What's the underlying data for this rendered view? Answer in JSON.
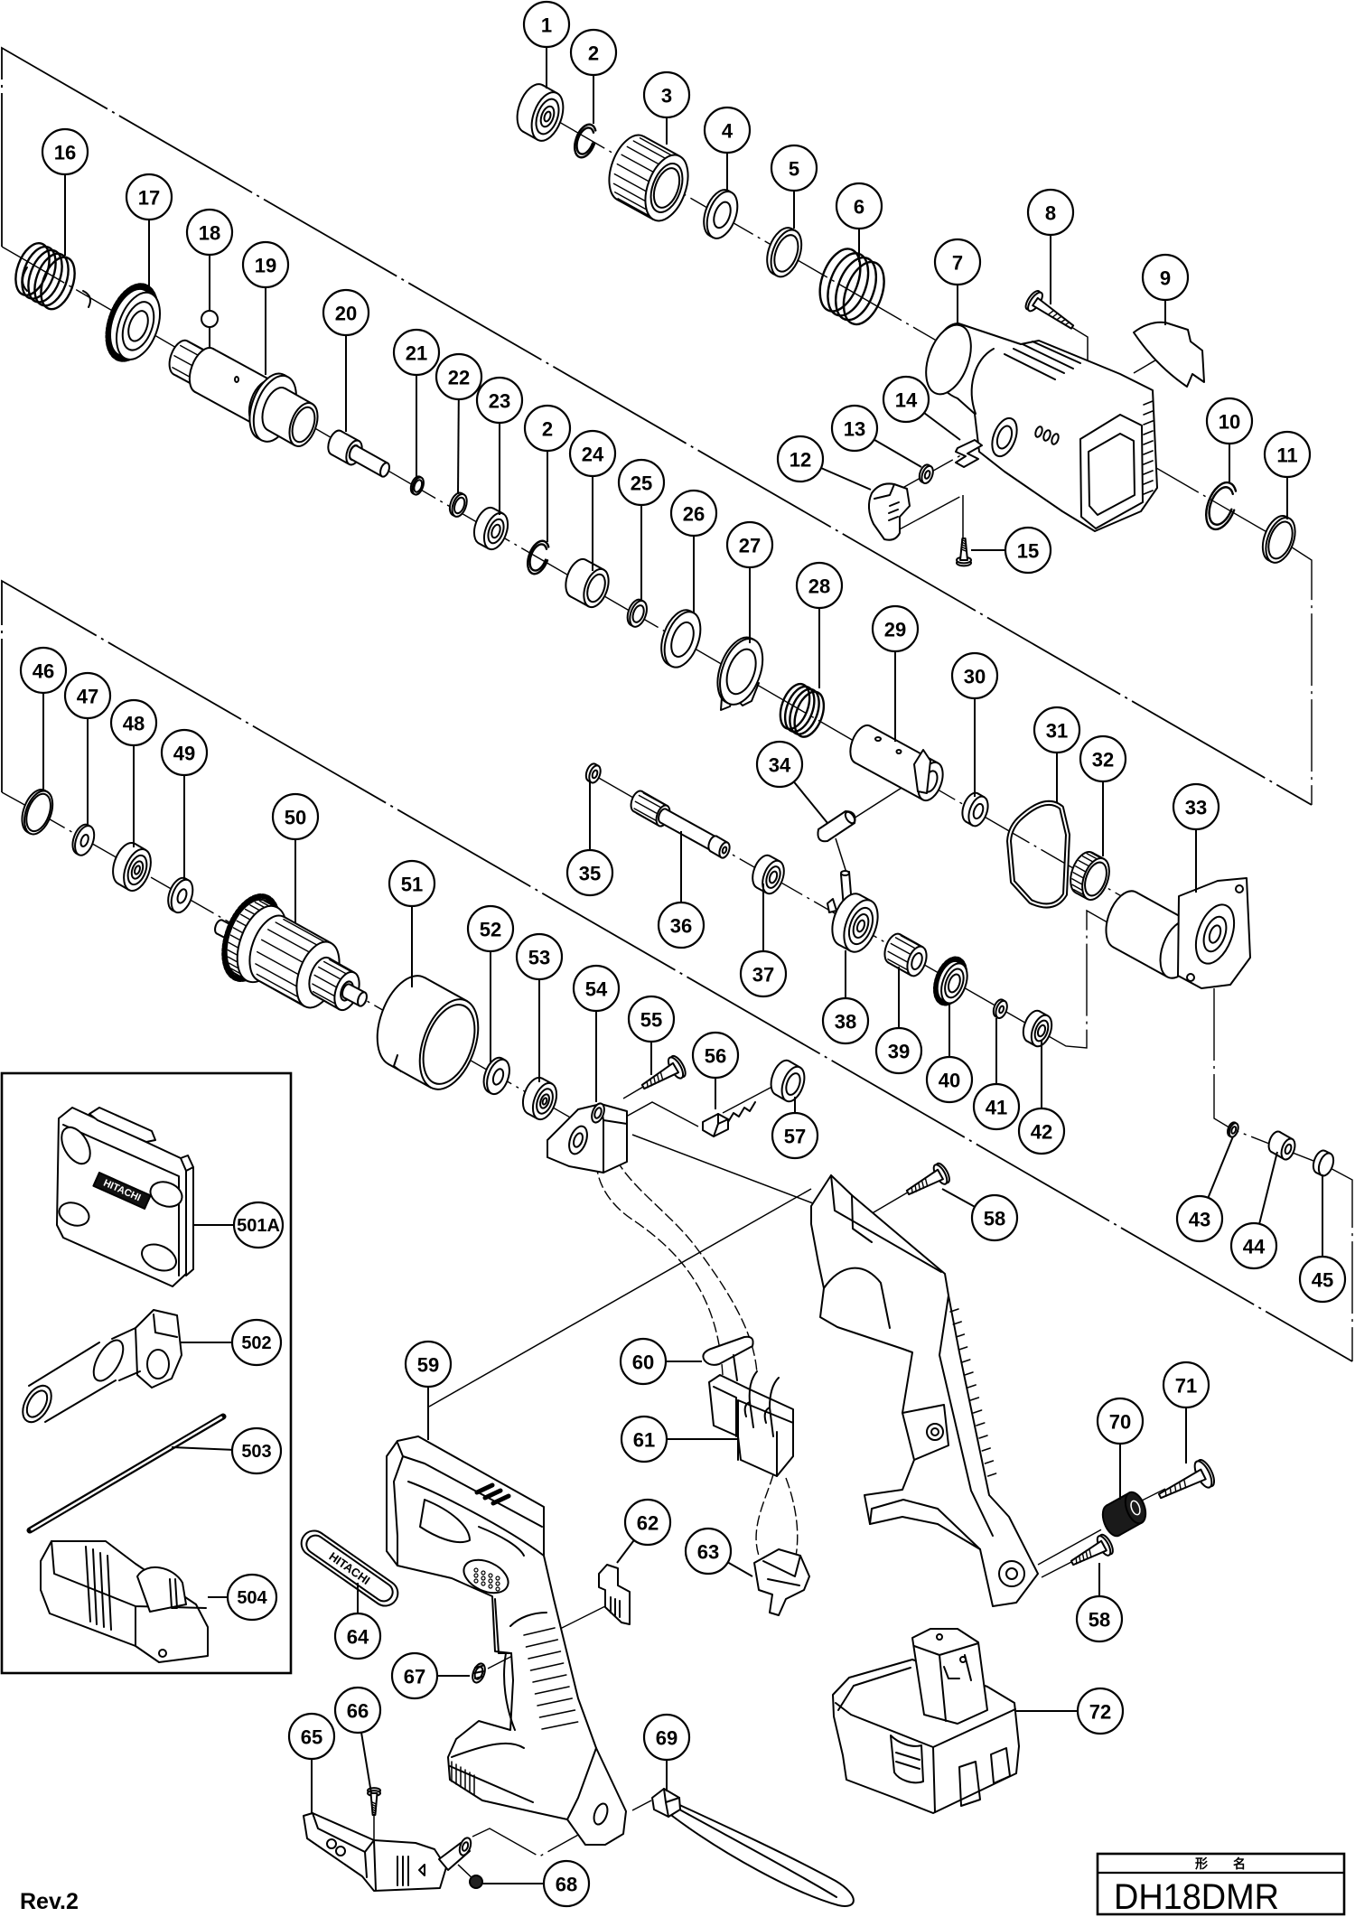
{
  "revision": "Rev.2",
  "title_block": {
    "header": "形　　名",
    "model": "DH18DMR"
  },
  "branding": {
    "carrying_case_label": "HITACHI",
    "name_plate_label": "HITACHI"
  },
  "callouts": [
    {
      "key": "1",
      "label": "1"
    },
    {
      "key": "2a",
      "label": "2"
    },
    {
      "key": "3",
      "label": "3"
    },
    {
      "key": "4",
      "label": "4"
    },
    {
      "key": "5",
      "label": "5"
    },
    {
      "key": "6",
      "label": "6"
    },
    {
      "key": "7",
      "label": "7"
    },
    {
      "key": "8",
      "label": "8"
    },
    {
      "key": "9",
      "label": "9"
    },
    {
      "key": "10",
      "label": "10"
    },
    {
      "key": "11",
      "label": "11"
    },
    {
      "key": "12",
      "label": "12"
    },
    {
      "key": "13",
      "label": "13"
    },
    {
      "key": "14",
      "label": "14"
    },
    {
      "key": "15",
      "label": "15"
    },
    {
      "key": "16",
      "label": "16"
    },
    {
      "key": "17",
      "label": "17"
    },
    {
      "key": "18",
      "label": "18"
    },
    {
      "key": "19",
      "label": "19"
    },
    {
      "key": "20",
      "label": "20"
    },
    {
      "key": "21",
      "label": "21"
    },
    {
      "key": "22",
      "label": "22"
    },
    {
      "key": "23",
      "label": "23"
    },
    {
      "key": "2b",
      "label": "2"
    },
    {
      "key": "24",
      "label": "24"
    },
    {
      "key": "25",
      "label": "25"
    },
    {
      "key": "26",
      "label": "26"
    },
    {
      "key": "27",
      "label": "27"
    },
    {
      "key": "28",
      "label": "28"
    },
    {
      "key": "29",
      "label": "29"
    },
    {
      "key": "30",
      "label": "30"
    },
    {
      "key": "31",
      "label": "31"
    },
    {
      "key": "32",
      "label": "32"
    },
    {
      "key": "33",
      "label": "33"
    },
    {
      "key": "34",
      "label": "34"
    },
    {
      "key": "35",
      "label": "35"
    },
    {
      "key": "36",
      "label": "36"
    },
    {
      "key": "37",
      "label": "37"
    },
    {
      "key": "38",
      "label": "38"
    },
    {
      "key": "39",
      "label": "39"
    },
    {
      "key": "40",
      "label": "40"
    },
    {
      "key": "41",
      "label": "41"
    },
    {
      "key": "42",
      "label": "42"
    },
    {
      "key": "43",
      "label": "43"
    },
    {
      "key": "44",
      "label": "44"
    },
    {
      "key": "45",
      "label": "45"
    },
    {
      "key": "46",
      "label": "46"
    },
    {
      "key": "47",
      "label": "47"
    },
    {
      "key": "48",
      "label": "48"
    },
    {
      "key": "49",
      "label": "49"
    },
    {
      "key": "50",
      "label": "50"
    },
    {
      "key": "51",
      "label": "51"
    },
    {
      "key": "52",
      "label": "52"
    },
    {
      "key": "53",
      "label": "53"
    },
    {
      "key": "54",
      "label": "54"
    },
    {
      "key": "55",
      "label": "55"
    },
    {
      "key": "56",
      "label": "56"
    },
    {
      "key": "57",
      "label": "57"
    },
    {
      "key": "58a",
      "label": "58"
    },
    {
      "key": "58b",
      "label": "58"
    },
    {
      "key": "59",
      "label": "59"
    },
    {
      "key": "60",
      "label": "60"
    },
    {
      "key": "61",
      "label": "61"
    },
    {
      "key": "62",
      "label": "62"
    },
    {
      "key": "63",
      "label": "63"
    },
    {
      "key": "64",
      "label": "64"
    },
    {
      "key": "65",
      "label": "65"
    },
    {
      "key": "66",
      "label": "66"
    },
    {
      "key": "67",
      "label": "67"
    },
    {
      "key": "68",
      "label": "68"
    },
    {
      "key": "69",
      "label": "69"
    },
    {
      "key": "70",
      "label": "70"
    },
    {
      "key": "71",
      "label": "71"
    },
    {
      "key": "72",
      "label": "72"
    }
  ],
  "accessory_callouts": [
    {
      "key": "501A",
      "label": "501A"
    },
    {
      "key": "502",
      "label": "502"
    },
    {
      "key": "503",
      "label": "503"
    },
    {
      "key": "504",
      "label": "504"
    }
  ]
}
